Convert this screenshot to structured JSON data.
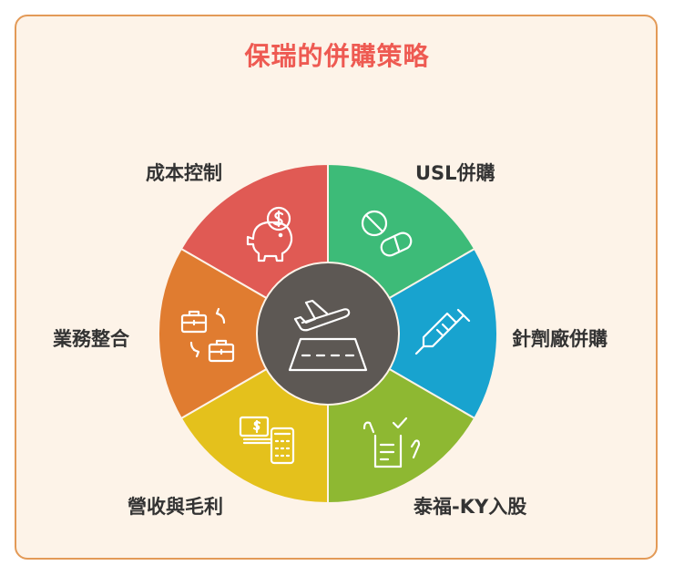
{
  "title": "保瑞的併購策略",
  "segments": [
    {
      "label": "成本控制",
      "icon": "piggy-bank-icon",
      "color": "#e05a54"
    },
    {
      "label": "USL併購",
      "icon": "pills-icon",
      "color": "#3dbb78"
    },
    {
      "label": "針劑廠併購",
      "icon": "syringe-icon",
      "color": "#18a3cf"
    },
    {
      "label": "泰福-KY入股",
      "icon": "contract-signing-icon",
      "color": "#8eb832"
    },
    {
      "label": "營收與毛利",
      "icon": "cash-calculator-icon",
      "color": "#e4c11c"
    },
    {
      "label": "業務整合",
      "icon": "briefcase-swap-icon",
      "color": "#e07c30"
    }
  ],
  "center": {
    "icon": "airplane-takeoff-icon",
    "color": "#5d5854"
  }
}
